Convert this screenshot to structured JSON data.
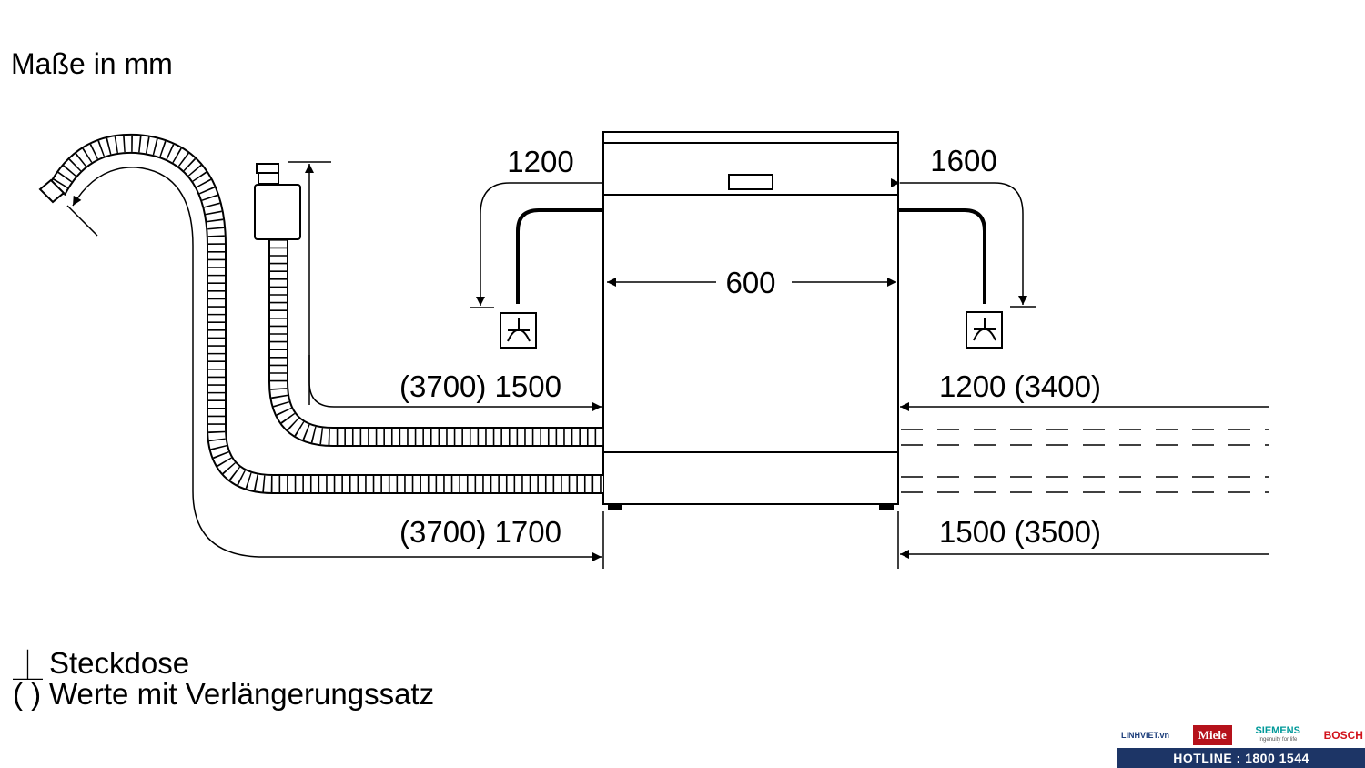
{
  "title": "Maße in mm",
  "dimensions": {
    "top_left": "1200",
    "top_right": "1600",
    "width": "600",
    "inlet_left": "(3700) 1500",
    "inlet_right": "1200 (3400)",
    "drain_left": "(3700) 1700",
    "drain_right": "1500 (3500)"
  },
  "legend": {
    "socket_symbol": "⏊",
    "socket_label": "Steckdose",
    "paren_symbol": "( )",
    "paren_label": "Werte mit Verlängerungssatz"
  },
  "branding": {
    "linhviet": "LINHVIET.vn",
    "miele": "Miele",
    "siemens": "SIEMENS",
    "siemens_tagline": "Ingenuity for life",
    "bosch": "BOSCH",
    "hotline": "HOTLINE : 1800 1544"
  },
  "colors": {
    "line": "#000000",
    "hotline_bg": "#1d3566",
    "miele_red": "#b5121b",
    "siemens_teal": "#009999",
    "bosch_red": "#d2121b"
  }
}
